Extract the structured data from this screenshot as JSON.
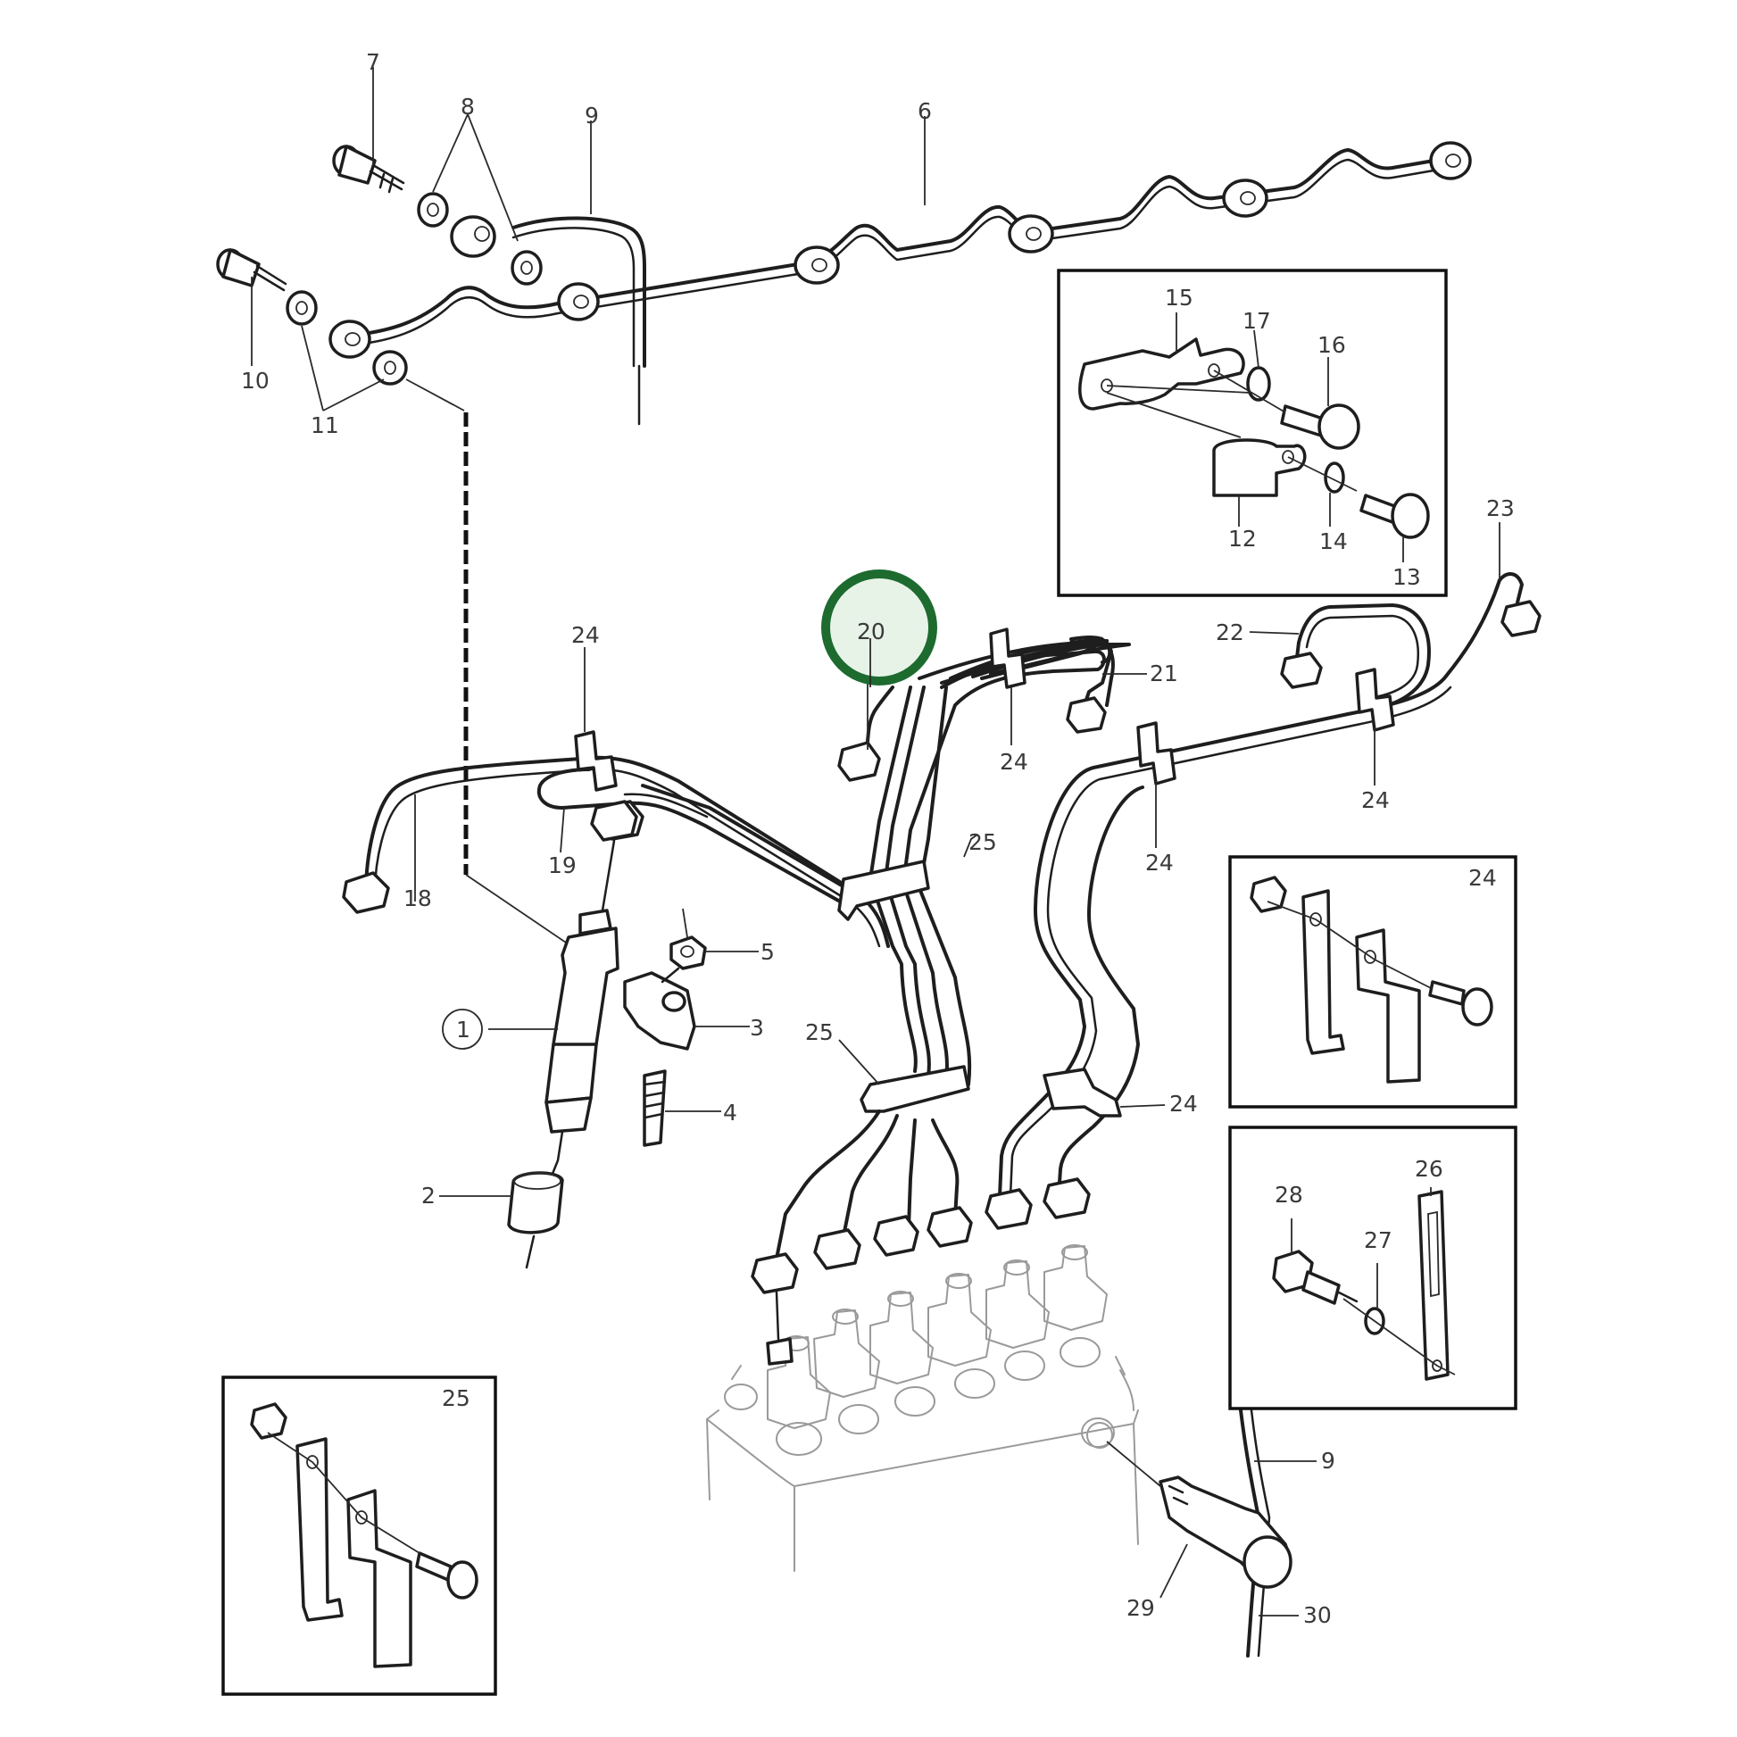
{
  "colors": {
    "line": "#1e1e1e",
    "paper": "#ffffff",
    "highlight_ring": "#1d6b2f",
    "highlight_fill": "#e8f3e8",
    "label": "#3a3a3a"
  },
  "highlighted_part": "20",
  "labels": {
    "p1": "1",
    "p2": "2",
    "p3": "3",
    "p4": "4",
    "p5": "5",
    "p6": "6",
    "p7": "7",
    "p8": "8",
    "p9_top": "9",
    "p9_bottom": "9",
    "p10": "10",
    "p11": "11",
    "p12": "12",
    "p13": "13",
    "p14": "14",
    "p15": "15",
    "p16": "16",
    "p17": "17",
    "p18": "18",
    "p19": "19",
    "p20": "20",
    "p21": "21",
    "p22": "22",
    "p23": "23",
    "p24_a": "24",
    "p24_b": "24",
    "p24_c": "24",
    "p24_d": "24",
    "p24_e": "24",
    "p24_box": "24",
    "p25_a": "25",
    "p25_b": "25",
    "p25_box": "25",
    "p26": "26",
    "p27": "27",
    "p28": "28",
    "p29": "29",
    "p30": "30"
  }
}
